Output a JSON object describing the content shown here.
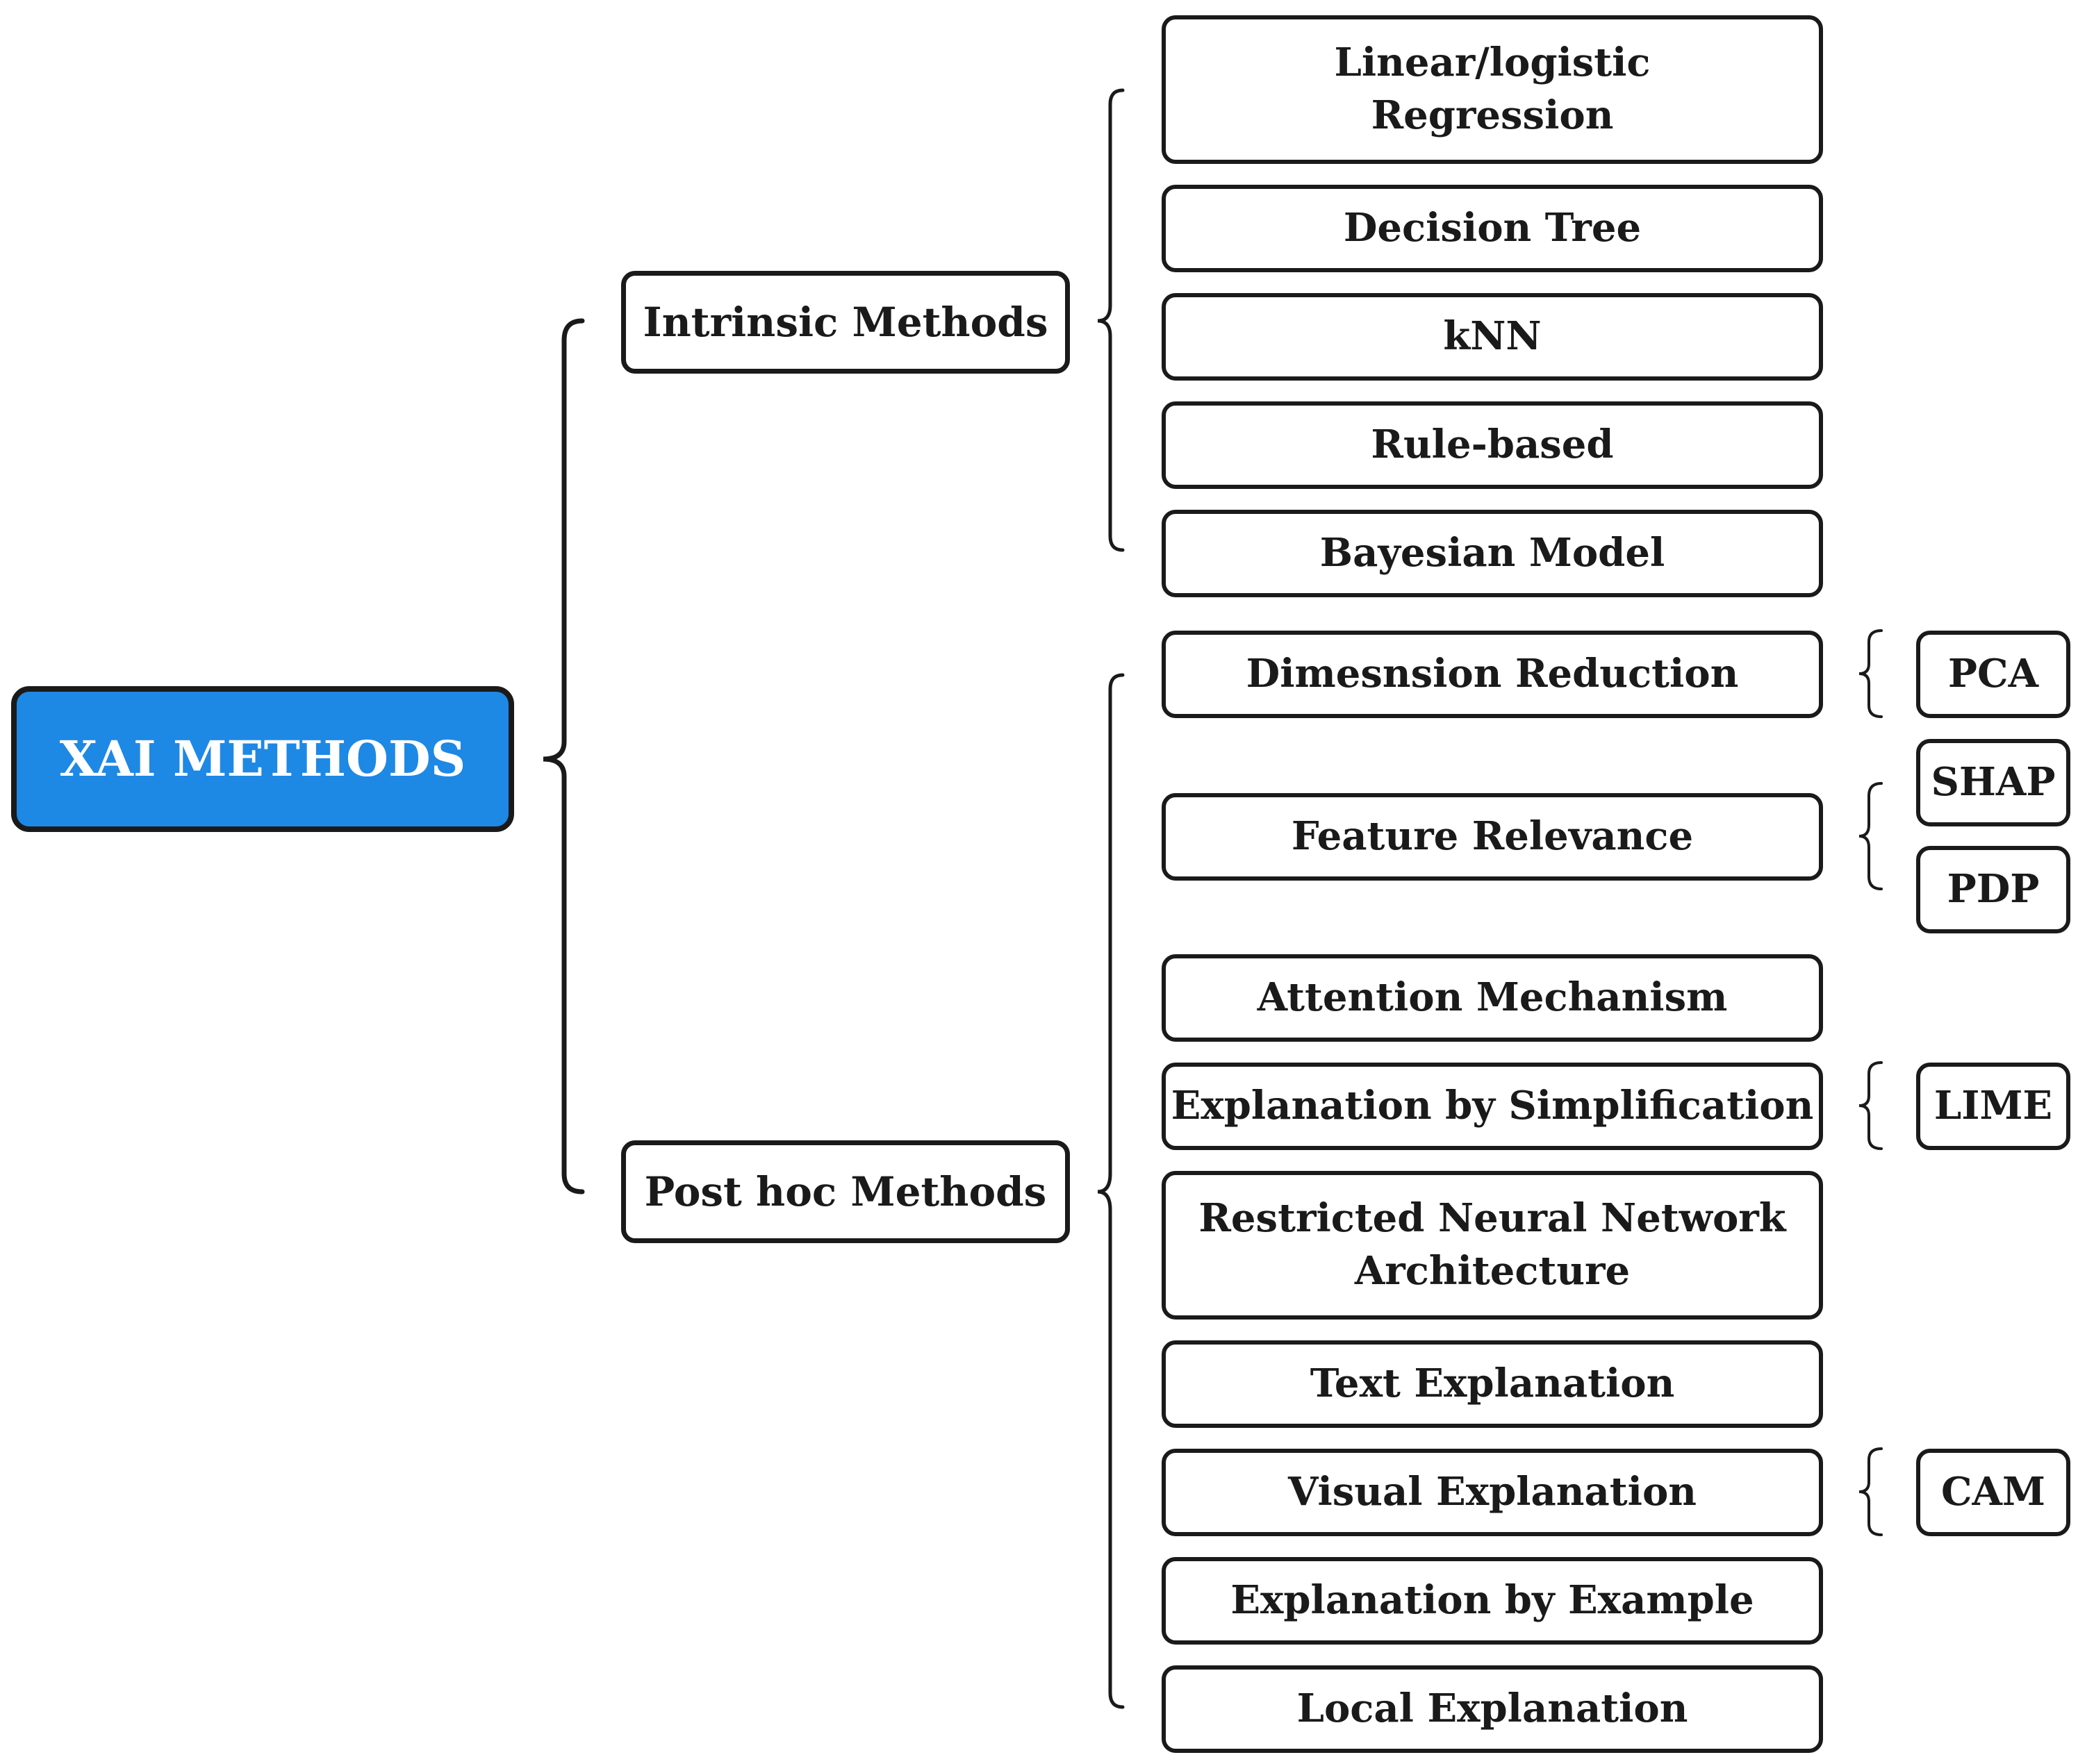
{
  "root": {
    "label": "XAI METHODS",
    "fill": "#1e88e5",
    "text_color": "#ffffff"
  },
  "categories": [
    {
      "label": "Intrinsic Methods",
      "methods": [
        {
          "label": "Linear/logistic\nRegression"
        },
        {
          "label": "Decision Tree"
        },
        {
          "label": "kNN"
        },
        {
          "label": "Rule-based"
        },
        {
          "label": "Bayesian Model"
        }
      ]
    },
    {
      "label": "Post hoc Methods",
      "methods": [
        {
          "label": "Dimesnsion Reduction",
          "examples": [
            "PCA"
          ]
        },
        {
          "label": "Feature Relevance",
          "examples": [
            "SHAP",
            "PDP"
          ]
        },
        {
          "label": "Attention Mechanism"
        },
        {
          "label": "Explanation by Simplification",
          "examples": [
            "LIME"
          ]
        },
        {
          "label": "Restricted Neural Network\nArchitecture"
        },
        {
          "label": "Text Explanation"
        },
        {
          "label": "Visual Explanation",
          "examples": [
            "CAM"
          ]
        },
        {
          "label": "Explanation by Example"
        },
        {
          "label": "Local Explanation"
        }
      ]
    }
  ]
}
